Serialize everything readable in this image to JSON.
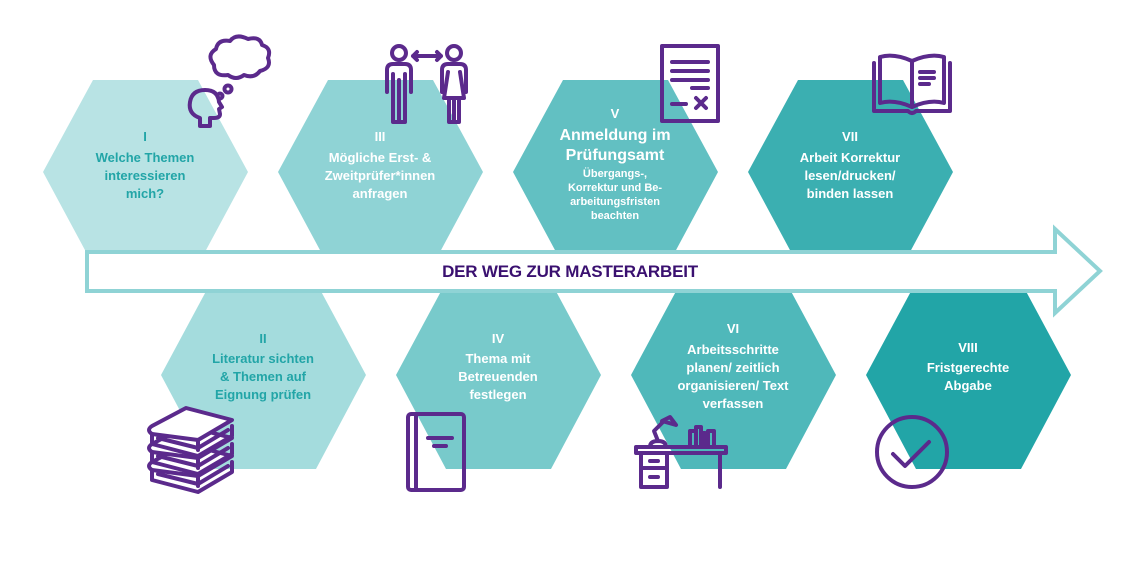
{
  "diagram": {
    "title": "DER WEG ZUR MASTERARBEIT",
    "colors": {
      "arrow_outline": "#8fd3d5",
      "title_text": "#3a1070",
      "icon_stroke": "#5b2a8c",
      "hex_1": "#b8e3e4",
      "hex_2": "#a4dcdd",
      "hex_3": "#8fd3d5",
      "hex_4": "#78cacb",
      "hex_5": "#62c0c2",
      "hex_6": "#4fb8ba",
      "hex_7": "#3bafb1",
      "hex_8": "#22a5a7",
      "text_light_hex": "#22a5a7",
      "text_dark_hex": "#ffffff"
    },
    "steps": [
      {
        "numeral": "I",
        "lines": [
          "Welche Themen",
          "interessieren",
          "mich?"
        ],
        "icon": "thinking-head-icon"
      },
      {
        "numeral": "II",
        "lines": [
          "Literatur sichten",
          "& Themen auf",
          "Eignung prüfen"
        ],
        "icon": "book-stack-icon"
      },
      {
        "numeral": "III",
        "lines": [
          "Mögliche Erst- &",
          "Zweitprüfer*innen",
          "anfragen"
        ],
        "icon": "two-people-exchange-icon"
      },
      {
        "numeral": "IV",
        "lines": [
          "Thema mit",
          "Betreuenden",
          "festlegen"
        ],
        "icon": "closed-book-icon"
      },
      {
        "numeral": "V",
        "heading_lines": [
          "Anmeldung im",
          "Prüfungsamt"
        ],
        "lines": [
          "Übergangs-,",
          "Korrektur und Be-",
          "arbeitungsfristen",
          "beachten"
        ],
        "icon": "form-document-icon"
      },
      {
        "numeral": "VI",
        "lines": [
          "Arbeitsschritte",
          "planen/ zeitlich",
          "organisieren/ Text",
          "verfassen"
        ],
        "icon": "desk-lamp-icon"
      },
      {
        "numeral": "VII",
        "lines": [
          "Arbeit Korrektur",
          "lesen/drucken/",
          "binden lassen"
        ],
        "icon": "open-book-icon"
      },
      {
        "numeral": "VIII",
        "lines": [
          "Fristgerechte",
          "Abgabe"
        ],
        "icon": "check-circle-icon"
      }
    ]
  }
}
